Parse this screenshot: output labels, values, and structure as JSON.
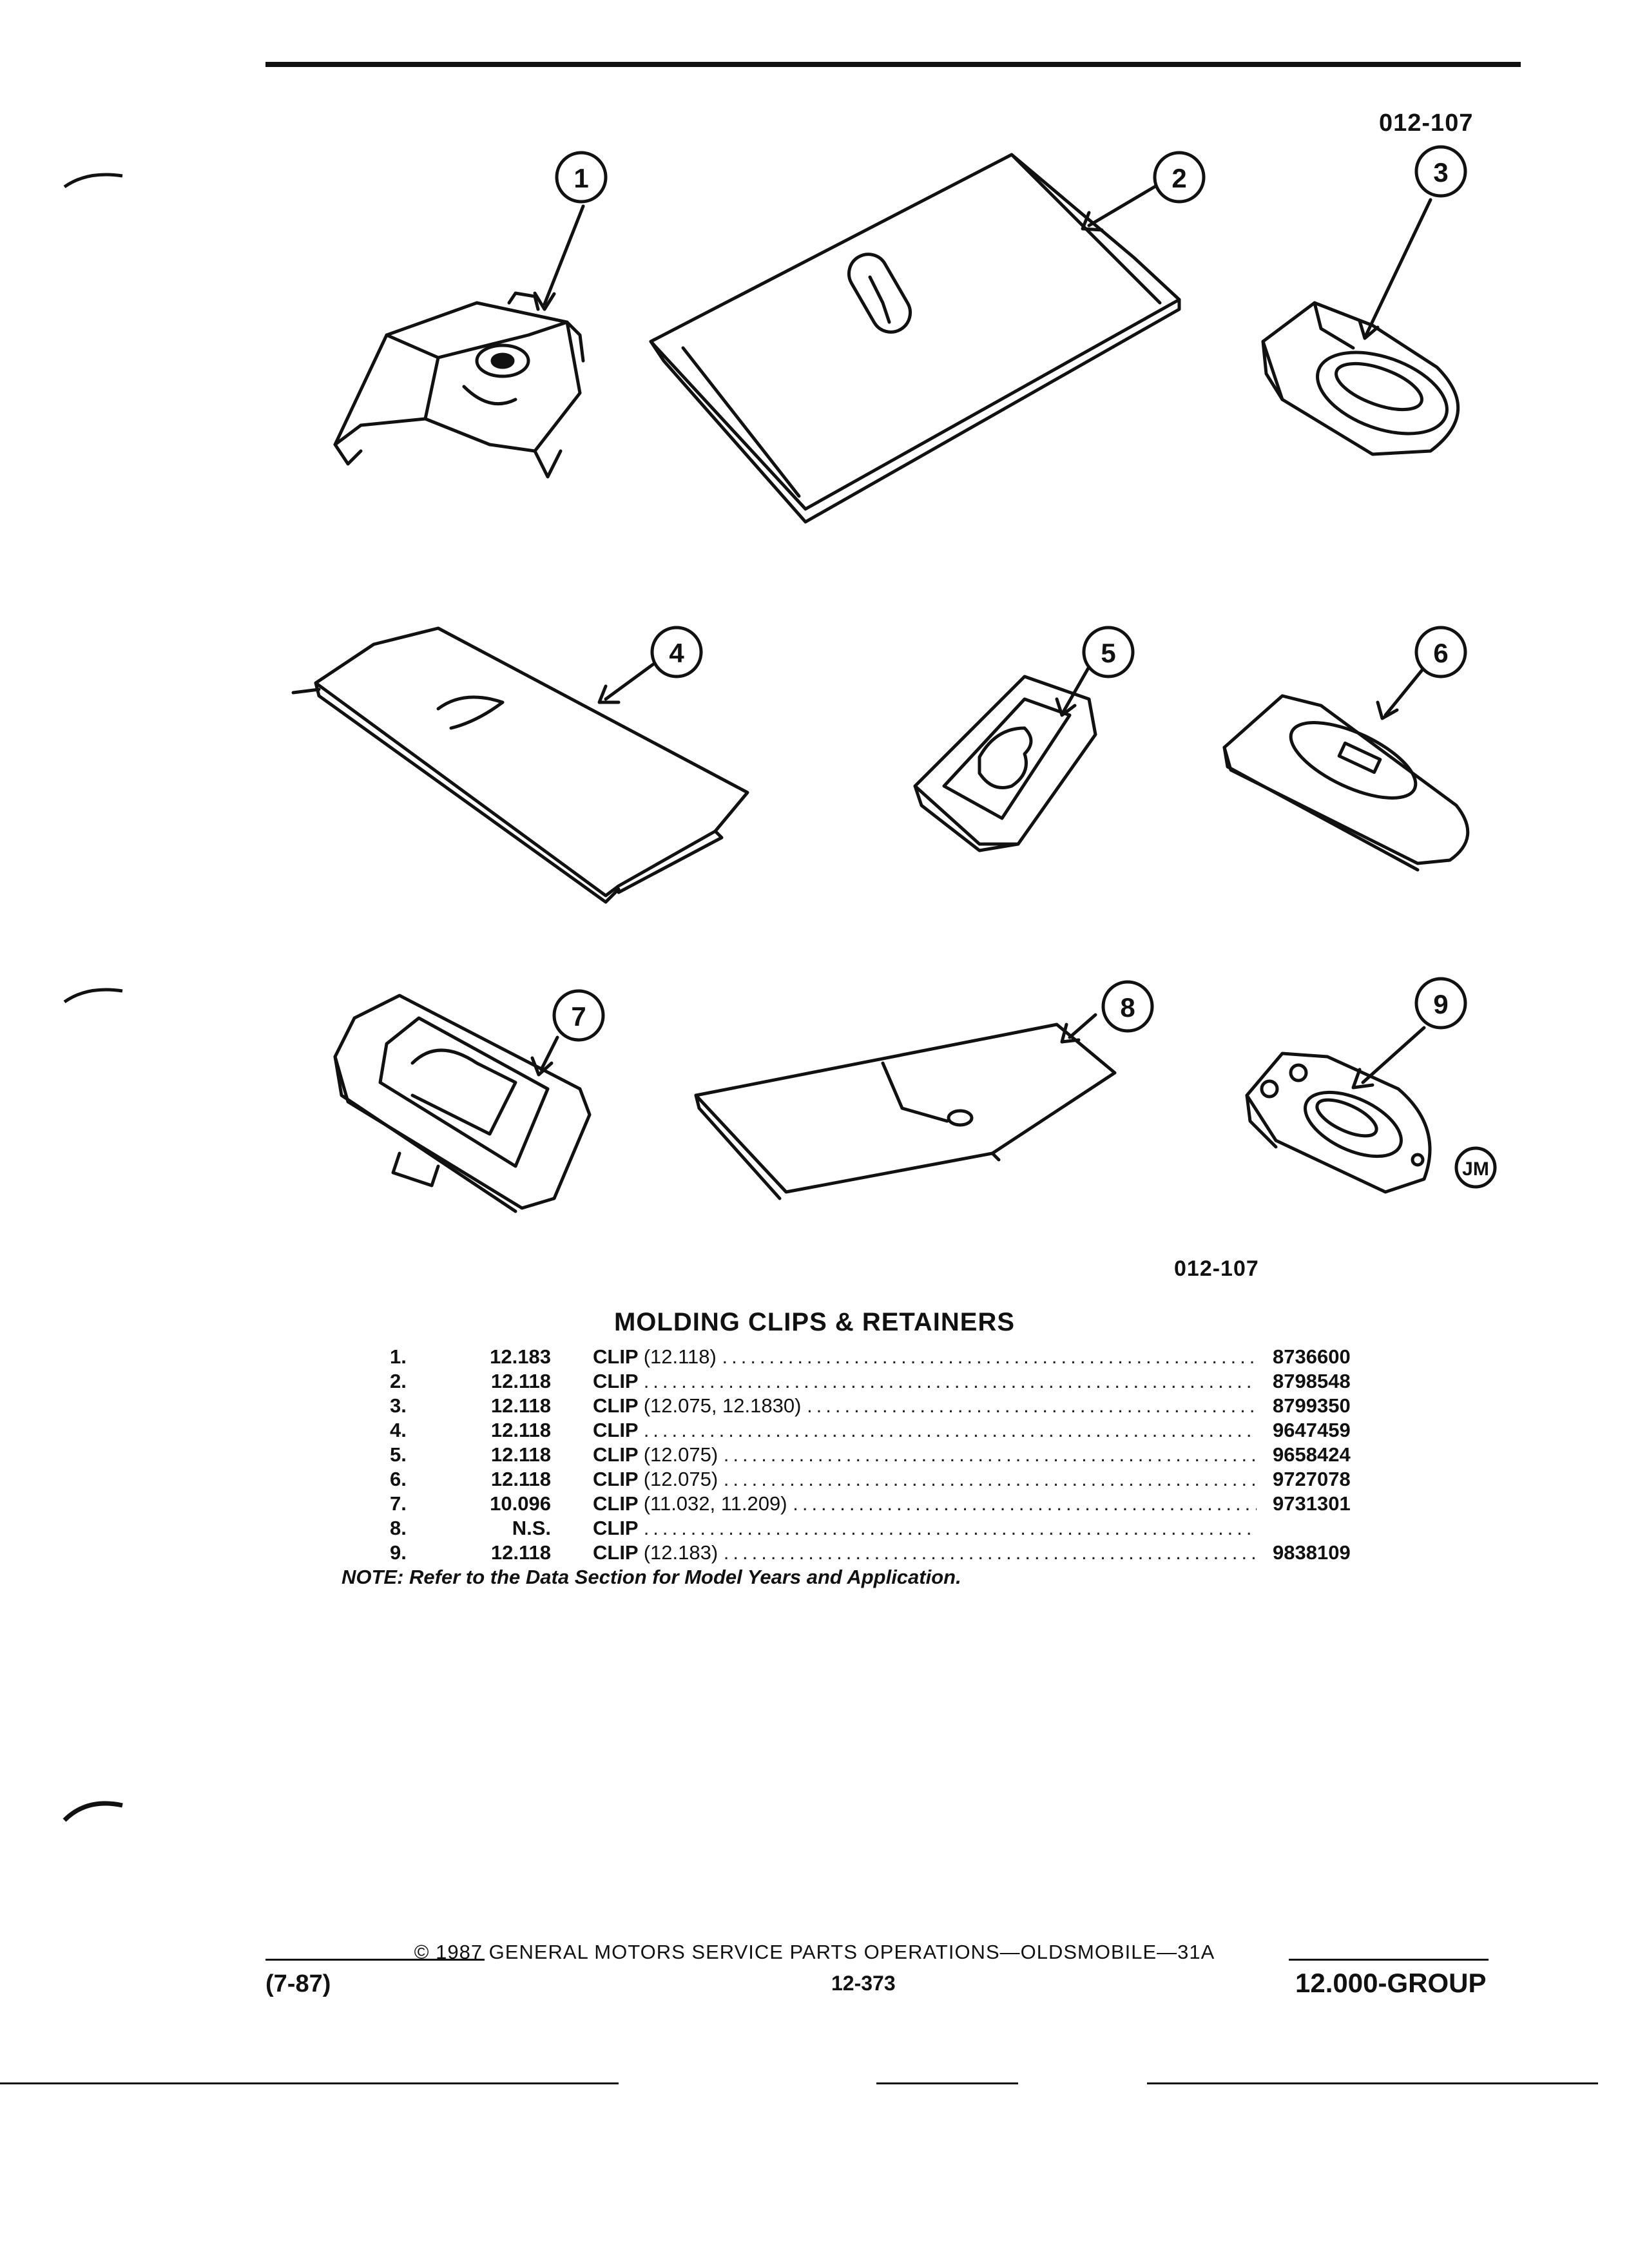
{
  "figure_code_top": "012-107",
  "figure_code_bottom": "012-107",
  "illustrator_mark": "JM",
  "callouts": [
    "1",
    "2",
    "3",
    "4",
    "5",
    "6",
    "7",
    "8",
    "9"
  ],
  "title": "MOLDING CLIPS & RETAINERS",
  "parts": [
    {
      "num": "1.",
      "group": "12.183",
      "name": "CLIP",
      "ref": "(12.118)",
      "part_number": "8736600"
    },
    {
      "num": "2.",
      "group": "12.118",
      "name": "CLIP",
      "ref": "",
      "part_number": "8798548"
    },
    {
      "num": "3.",
      "group": "12.118",
      "name": "CLIP",
      "ref": "(12.075, 12.1830)",
      "part_number": "8799350"
    },
    {
      "num": "4.",
      "group": "12.118",
      "name": "CLIP",
      "ref": "",
      "part_number": "9647459"
    },
    {
      "num": "5.",
      "group": "12.118",
      "name": "CLIP",
      "ref": "(12.075)",
      "part_number": "9658424"
    },
    {
      "num": "6.",
      "group": "12.118",
      "name": "CLIP",
      "ref": "(12.075)",
      "part_number": "9727078"
    },
    {
      "num": "7.",
      "group": "10.096",
      "name": "CLIP",
      "ref": "(11.032, 11.209)",
      "part_number": "9731301"
    },
    {
      "num": "8.",
      "group": "N.S.",
      "name": "CLIP",
      "ref": "",
      "part_number": ""
    },
    {
      "num": "9.",
      "group": "12.118",
      "name": "CLIP",
      "ref": "(12.183)",
      "part_number": "9838109"
    }
  ],
  "note": "NOTE: Refer to the Data Section for Model Years and Application.",
  "footer": {
    "copyright": "© 1987 GENERAL MOTORS SERVICE PARTS OPERATIONS—OLDSMOBILE—31A",
    "date_code": "(7-87)",
    "page_number": "12-373",
    "group": "12.000-GROUP"
  }
}
